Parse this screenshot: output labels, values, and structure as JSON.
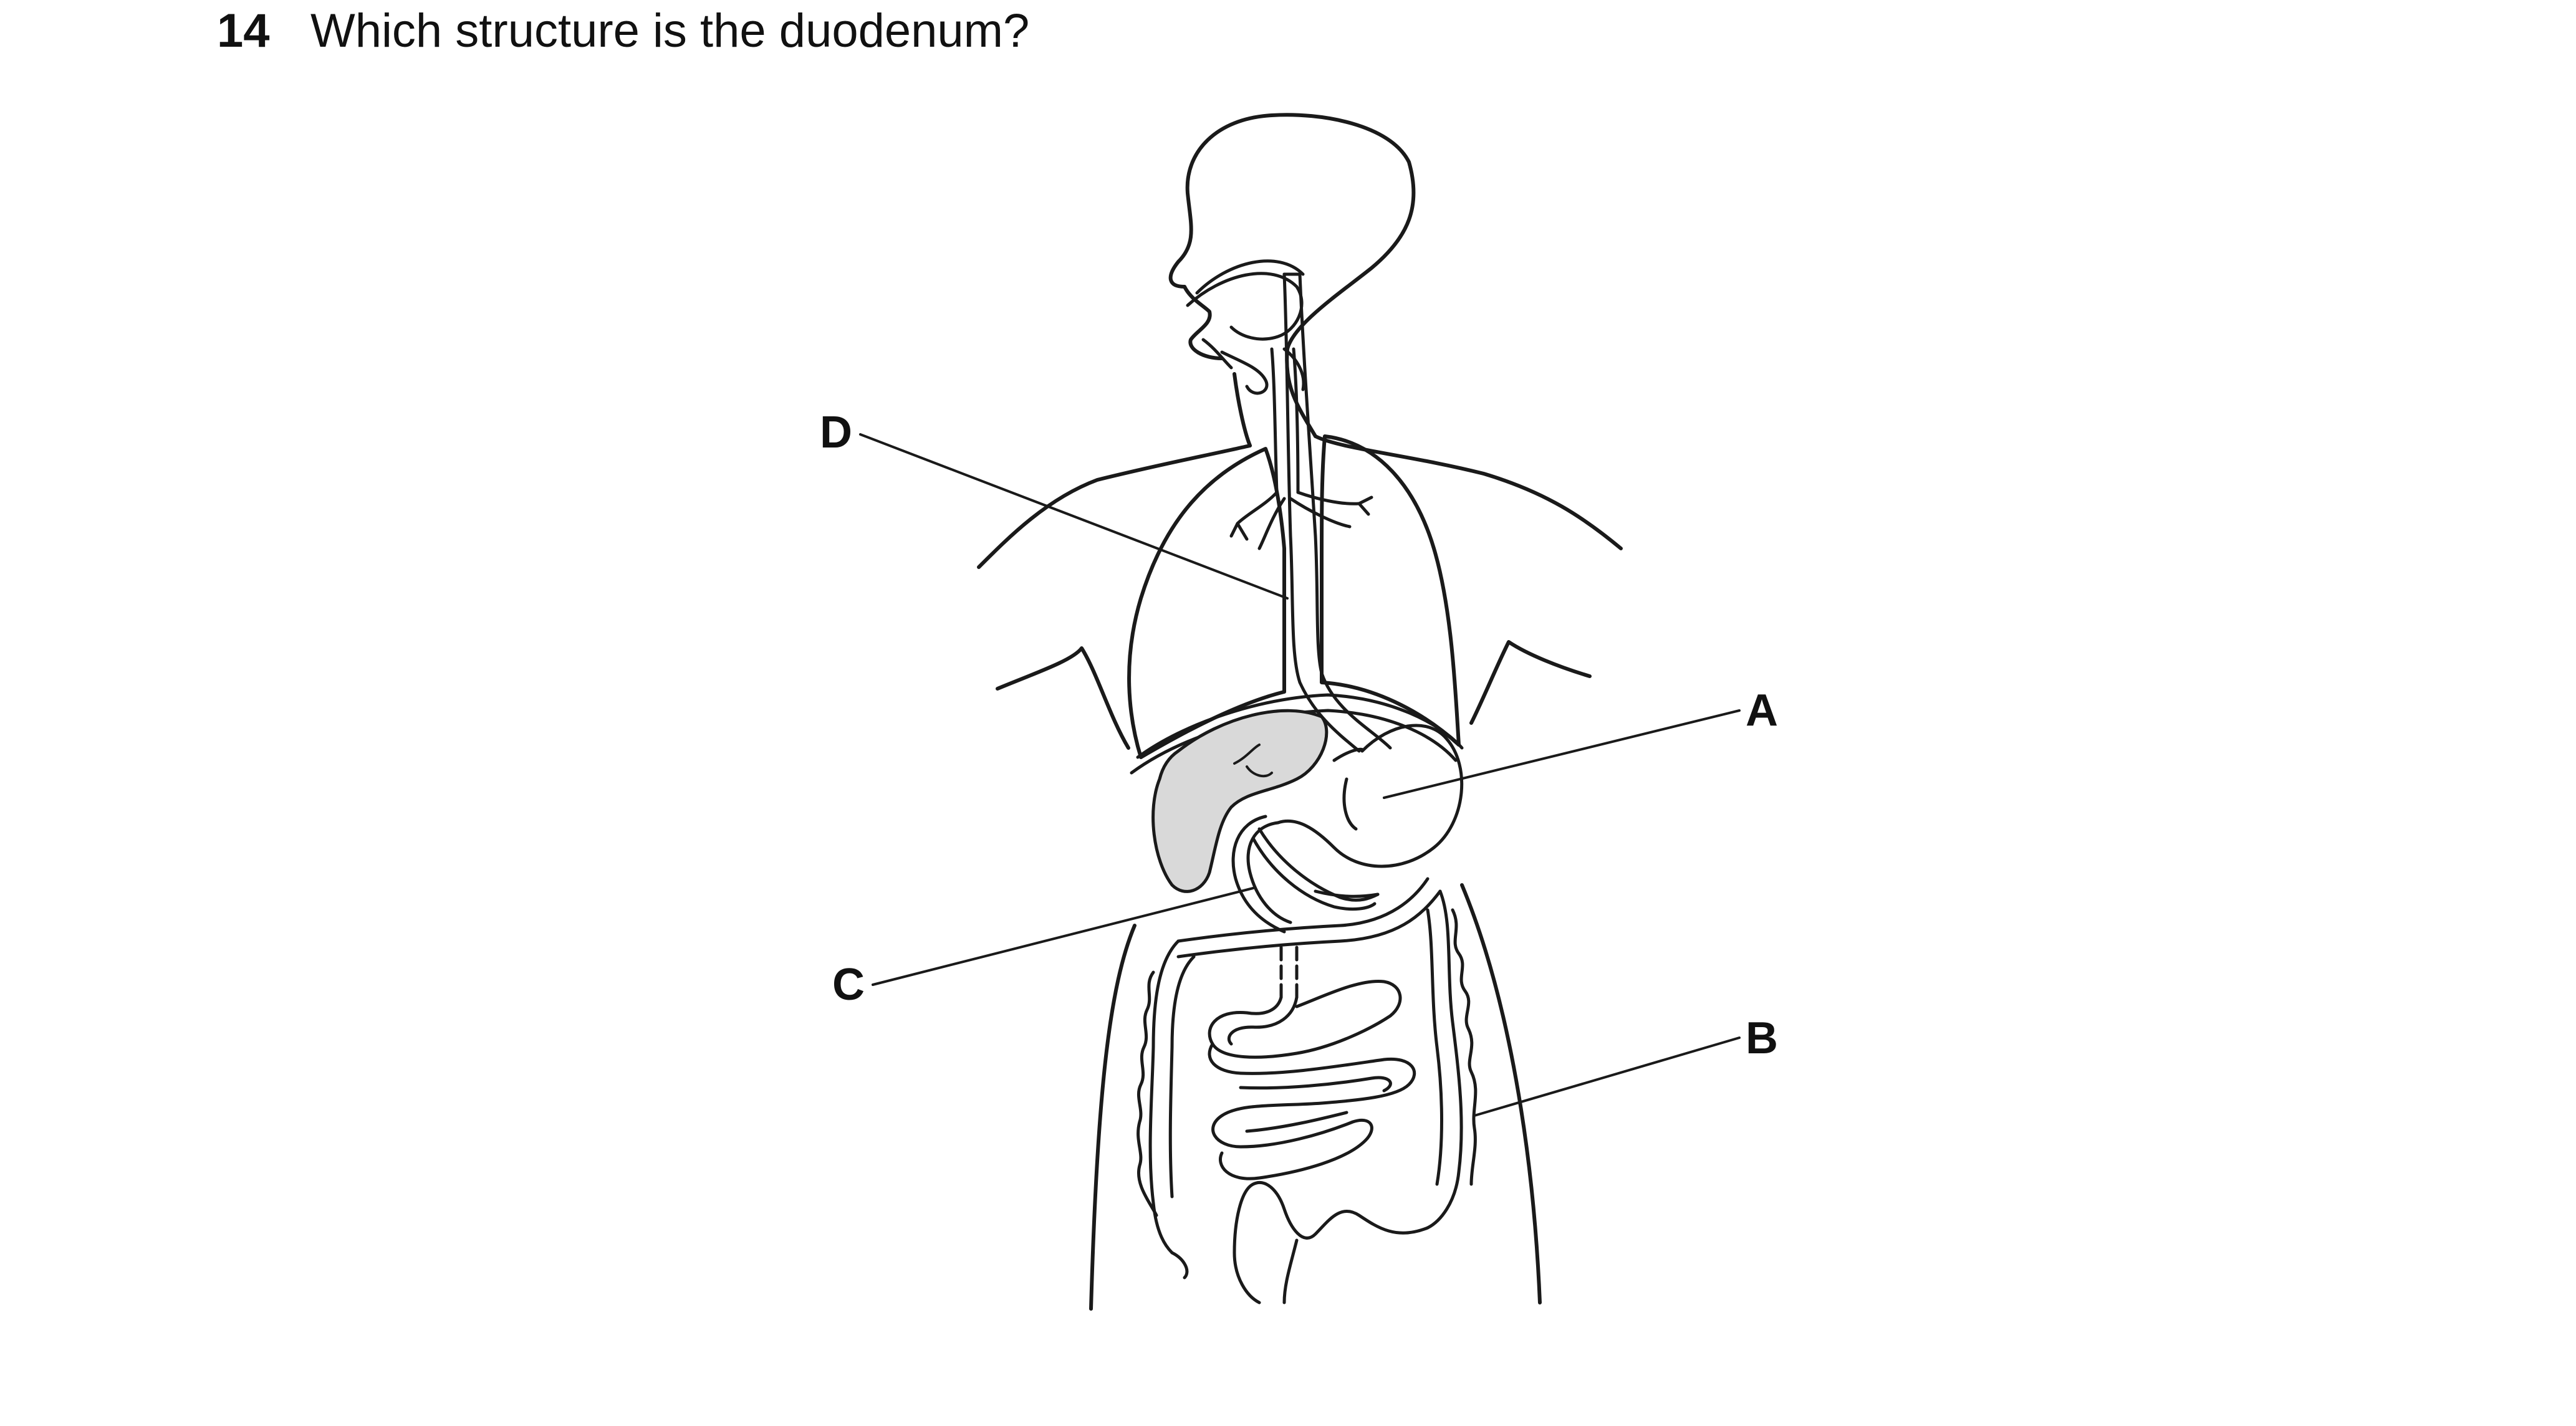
{
  "question": {
    "number": "14",
    "text": "Which structure is the duodenum?"
  },
  "diagram": {
    "labels": {
      "a": "A",
      "b": "B",
      "c": "C",
      "d": "D"
    },
    "line_color": "#1a1a1a",
    "highlight_fill": "#d9d9d9"
  }
}
